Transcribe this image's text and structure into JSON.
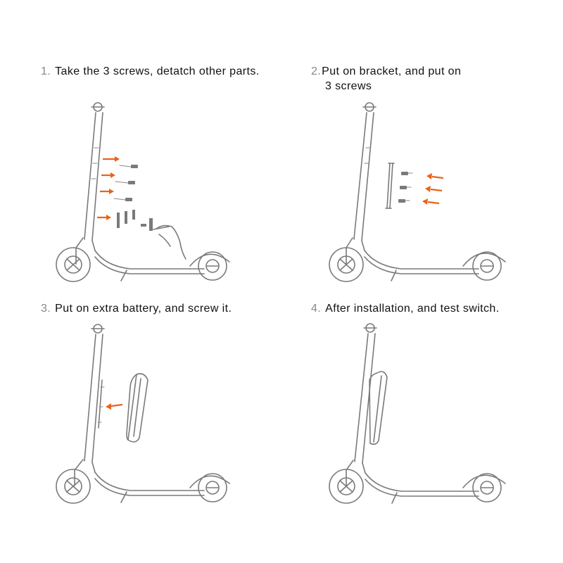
{
  "steps": [
    {
      "number": "1.",
      "text": "Take the 3 screws, detatch other parts."
    },
    {
      "number": "2.",
      "text": "Put on bracket, and put on",
      "text_line2": "3 screws"
    },
    {
      "number": "3.",
      "text": "Put on extra battery, and screw it."
    },
    {
      "number": "4.",
      "text": "After installation, and test switch."
    }
  ],
  "colors": {
    "arrow": "#e8641a",
    "drawing": "#7a7a7a",
    "step_number": "#888888"
  },
  "icons": [
    "scooter-illustration",
    "screw-icon",
    "arrow-right-icon",
    "arrow-left-icon",
    "hand-icon",
    "bracket-icon",
    "battery-icon"
  ]
}
